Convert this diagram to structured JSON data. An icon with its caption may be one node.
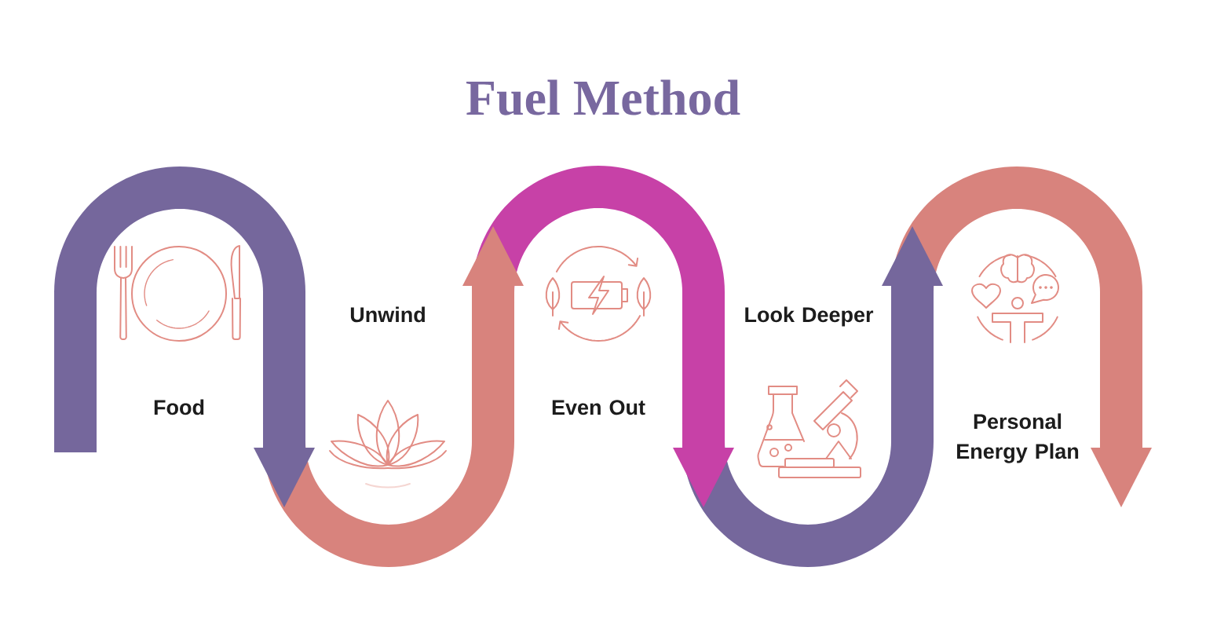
{
  "diagram": {
    "title": "Fuel Method",
    "nodes": [
      {
        "text": [
          "Food"
        ]
      },
      {
        "text": [
          "Unwind"
        ]
      },
      {
        "text": [
          "Even Out"
        ]
      },
      {
        "text": [
          "Look Deeper"
        ]
      },
      {
        "text": [
          "Personal Energy Plan"
        ]
      }
    ],
    "edges": [
      {
        "from": null,
        "to": 0,
        "arrow": "none",
        "color": "#75679c"
      },
      {
        "from": 0,
        "to": 1,
        "arrow": "to",
        "color": "#75679c"
      },
      {
        "from": 1,
        "to": 2,
        "arrow": "to",
        "color": "#d8837d"
      },
      {
        "from": 2,
        "to": 3,
        "arrow": "to",
        "color": "#c741a7"
      },
      {
        "from": 3,
        "to": 4,
        "arrow": "to",
        "color": "#75679c"
      },
      {
        "from": 4,
        "to": null,
        "arrow": "to",
        "color": "#d8837d"
      }
    ]
  }
}
